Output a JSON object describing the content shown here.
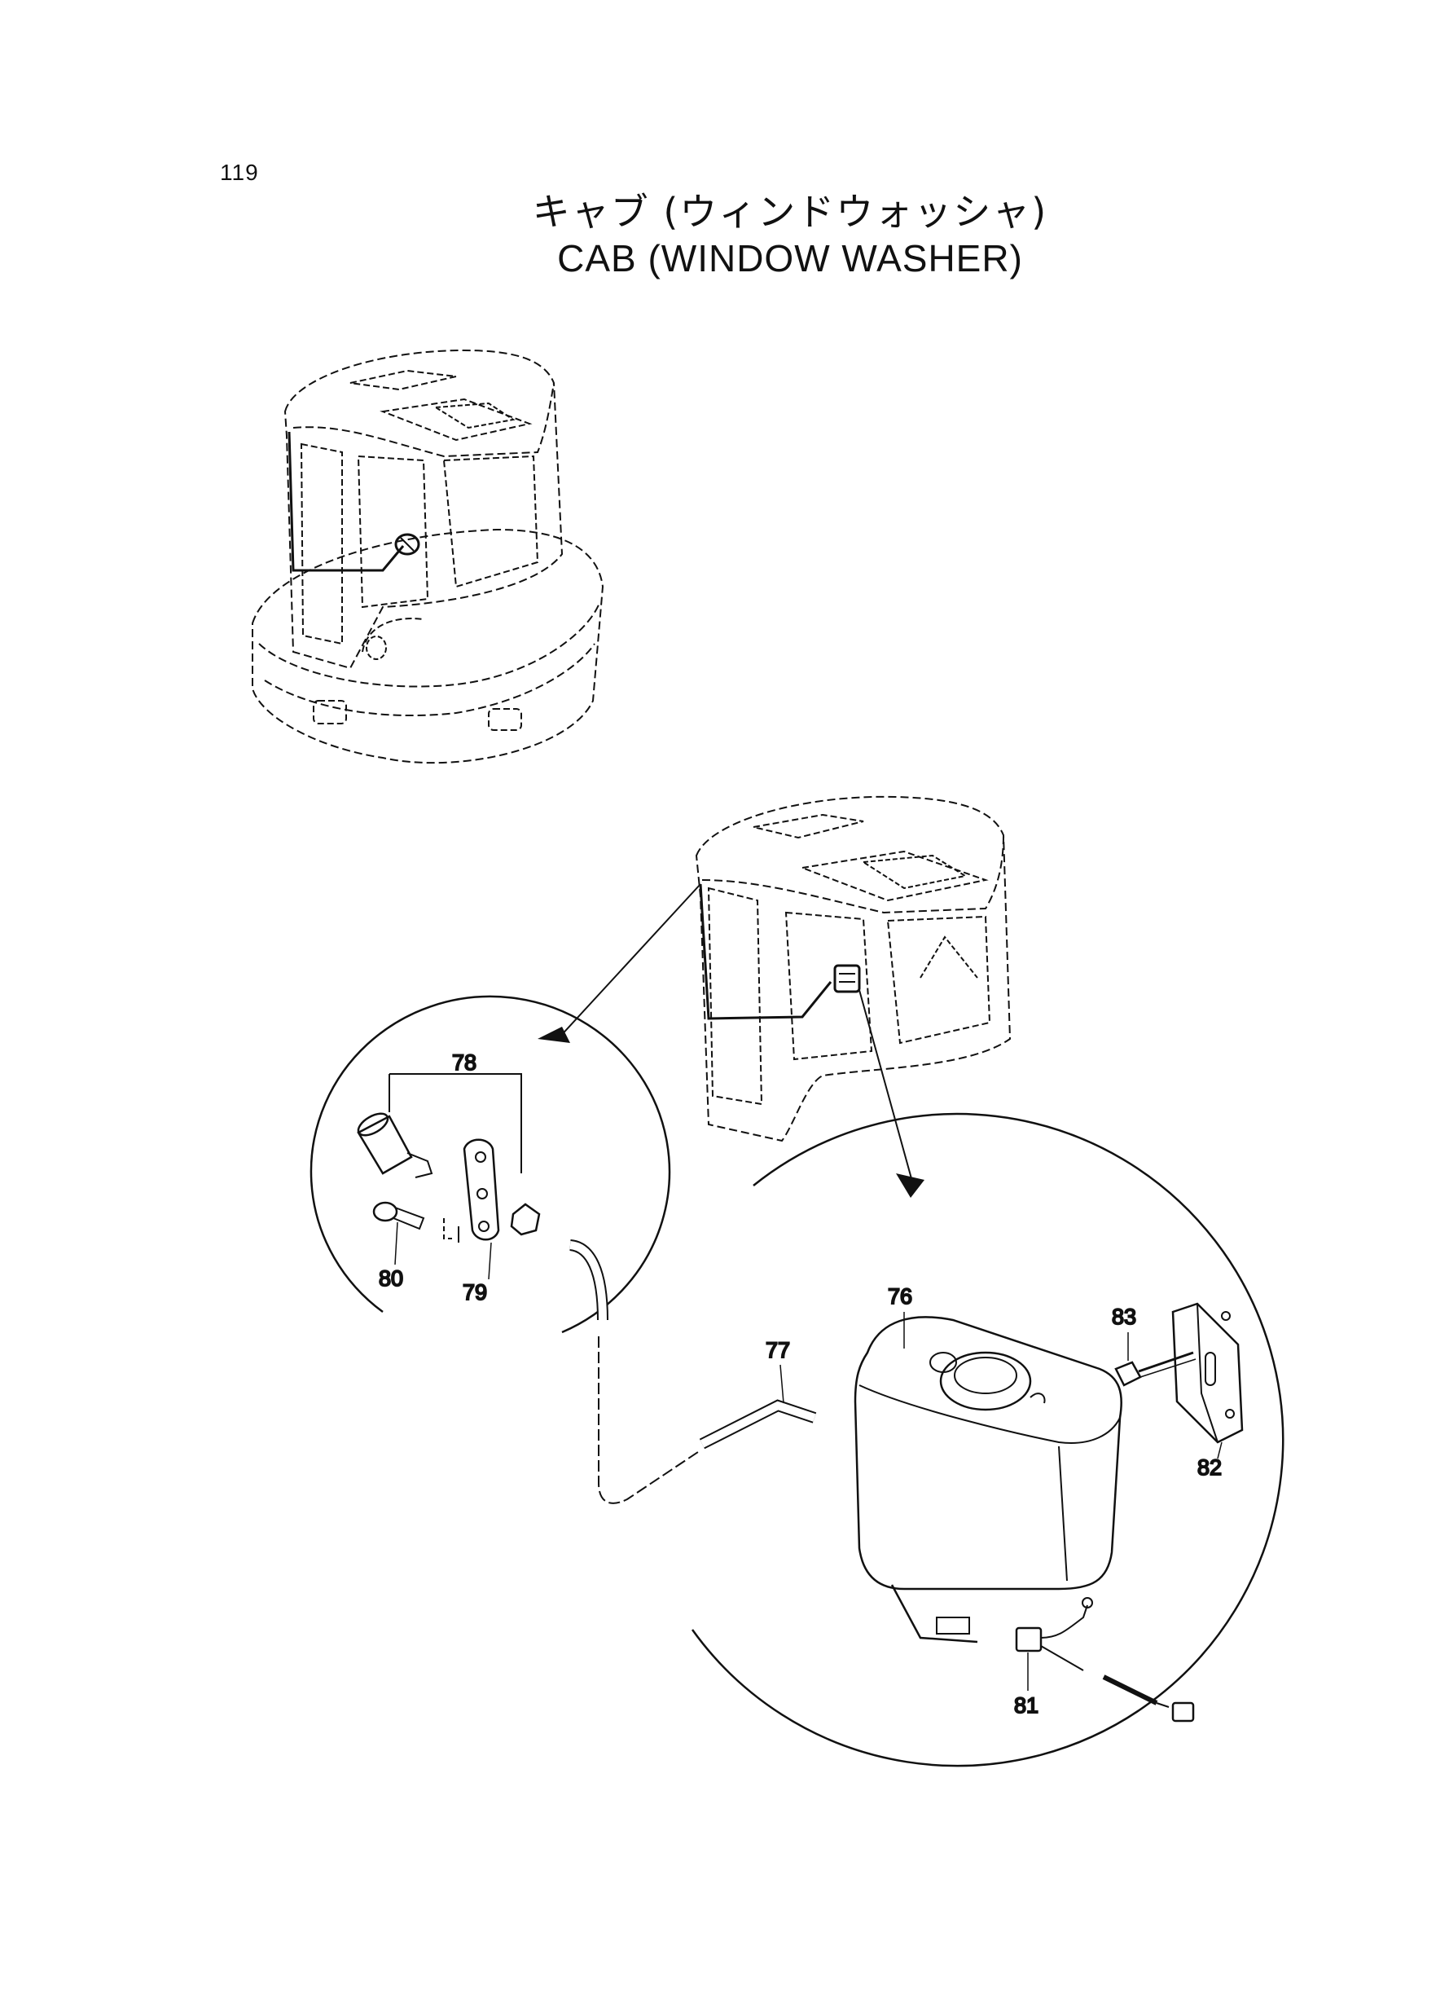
{
  "page": {
    "number": "119",
    "title_jp": "キャブ (ウィンドウォッシャ)",
    "title_en": "CAB (WINDOW WASHER)"
  },
  "callouts": {
    "p76": "76",
    "p77": "77",
    "p78": "78",
    "p79": "79",
    "p80": "80",
    "p81": "81",
    "p82": "82",
    "p83": "83"
  }
}
